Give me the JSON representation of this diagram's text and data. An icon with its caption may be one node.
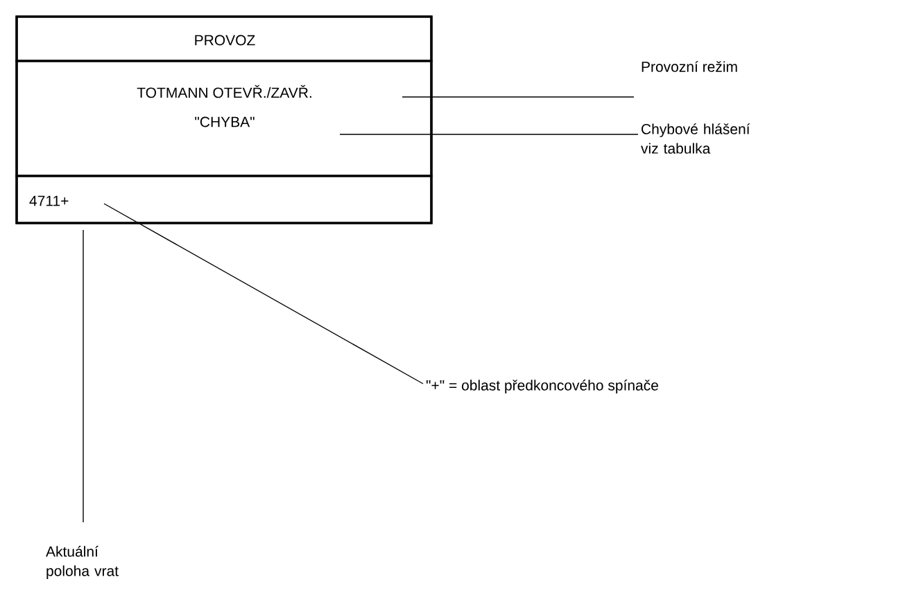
{
  "diagram": {
    "nodes": [
      {
        "text": [],
        "shape": "box"
      },
      {
        "text": [
          "PROVOZ"
        ],
        "in": 0
      },
      {
        "text": [
          "TOTMANN OTEVŘ./ZAVŘ.",
          "\"CHYBA\""
        ],
        "in": 0
      },
      {
        "text": [
          "4711+"
        ],
        "in": 0
      },
      {
        "text": [
          "Provozní režim"
        ]
      },
      {
        "text": [
          "Chybové hlášení viz tabulka"
        ]
      },
      {
        "text": [
          "\"+\" = oblast předkoncového spínače"
        ]
      },
      {
        "text": [
          "Aktuální poloha vrat"
        ]
      }
    ],
    "edges": [
      {
        "from": 4,
        "to": 2,
        "arrow": "none"
      },
      {
        "from": 5,
        "to": 2,
        "arrow": "none"
      },
      {
        "from": 6,
        "to": 3,
        "arrow": "none"
      },
      {
        "from": 7,
        "to": 3,
        "arrow": "none"
      }
    ]
  }
}
